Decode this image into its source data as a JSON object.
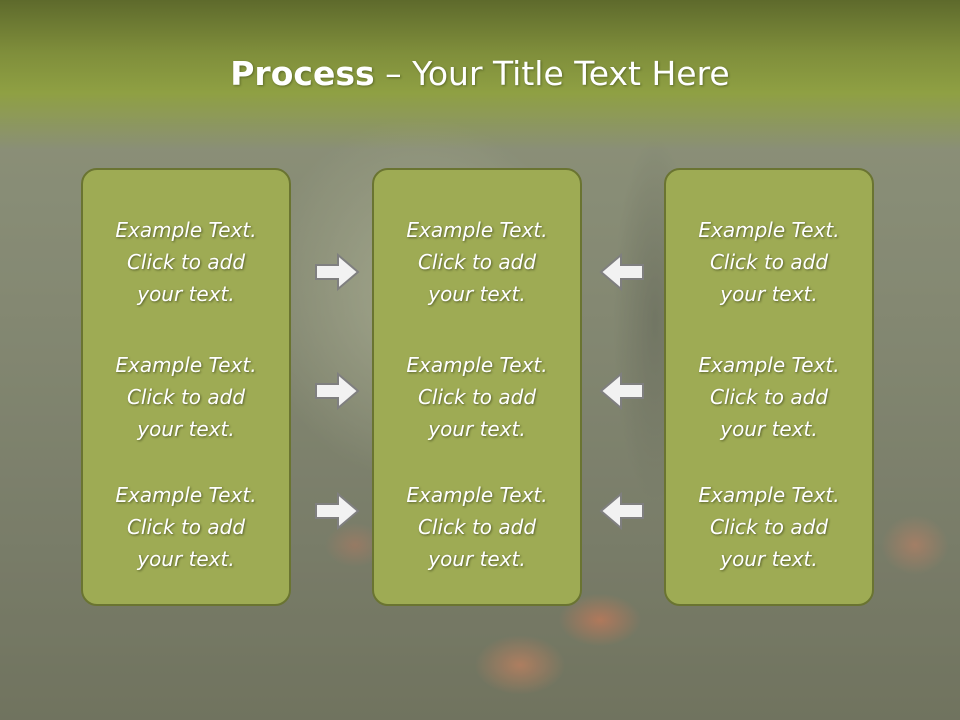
{
  "slide": {
    "title_bold": "Process",
    "title_rest": " – Your Title Text Here"
  },
  "columns": [
    {
      "items": [
        "Example Text.\nClick  to add\nyour text.",
        "Example Text.\nClick  to add\nyour text.",
        "Example Text.\nClick  to add\nyour text."
      ]
    },
    {
      "items": [
        "Example Text.\nClick  to add\nyour text.",
        "Example Text.\nClick  to add\nyour text.",
        "Example Text.\nClick  to add\nyour text."
      ]
    },
    {
      "items": [
        "Example Text.\nClick  to add\nyour text.",
        "Example Text.\nClick  to add\nyour text.",
        "Example Text.\nClick  to add\nyour text."
      ]
    }
  ],
  "icons": {
    "left_arrows": "right-arrow-icon",
    "right_arrows": "left-arrow-icon"
  },
  "colors": {
    "title_bar": "#8fa043",
    "box_fill": "#9eab54",
    "box_border": "#6a7431",
    "arrow_fill": "#f2f2f2",
    "arrow_stroke": "#7f7f7f"
  }
}
